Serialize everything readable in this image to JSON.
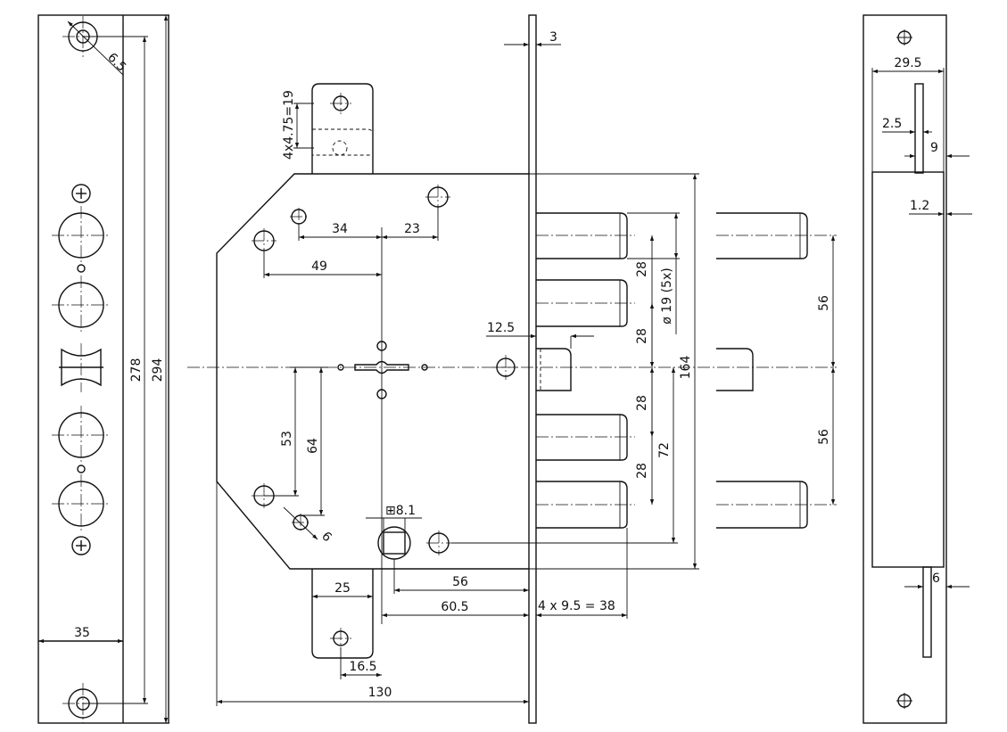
{
  "dimensions": {
    "front_plate": {
      "hole_diameter": "6.5",
      "inner_length": "278",
      "outer_length": "294",
      "width": "35"
    },
    "lock_body": {
      "tab_holes": "4x4.75=19",
      "holes_34": "34",
      "holes_23": "23",
      "holes_49": "49",
      "holes_53": "53",
      "holes_64": "64",
      "hole_6": "6",
      "spindle": "⊞8.1",
      "tab_25": "25",
      "tab_16_5": "16.5",
      "backset_56": "56",
      "backset_60_5": "60.5",
      "total_130": "130",
      "plate_3": "3",
      "latch_12_5": "12.5",
      "bolt_pitch_a": "28",
      "bolt_pitch_b": "28",
      "bolt_pitch_c": "28",
      "bolt_pitch_d": "28",
      "bolt_diameter": "ø 19 (5x)",
      "height_164": "164",
      "dist_72": "72",
      "throw": "4 x 9.5 = 38",
      "bolt_spacing_a": "56",
      "bolt_spacing_b": "56"
    },
    "strike_plate": {
      "width_29_5": "29.5",
      "dim_2_5": "2.5",
      "dim_9": "9",
      "dim_1_2": "1.2",
      "dim_6": "6"
    }
  }
}
